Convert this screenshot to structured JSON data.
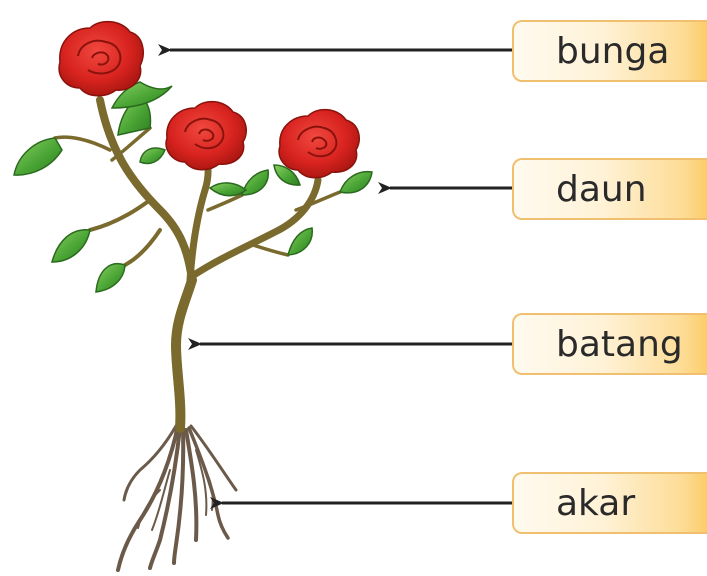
{
  "labels": {
    "flower": "bunga",
    "leaf": "daun",
    "stem": "batang",
    "root": "akar"
  },
  "colors": {
    "petal": "#d8231f",
    "petal_dark": "#9c1410",
    "leaf": "#3f9a2e",
    "leaf_light": "#7cc25a",
    "stem": "#7a6a2e",
    "root": "#6b5a4a",
    "arrow": "#222222",
    "label_fill": "#fde2a6",
    "label_border": "#f0c070"
  },
  "icons": {
    "diagram": "rose-plant-illustration"
  }
}
